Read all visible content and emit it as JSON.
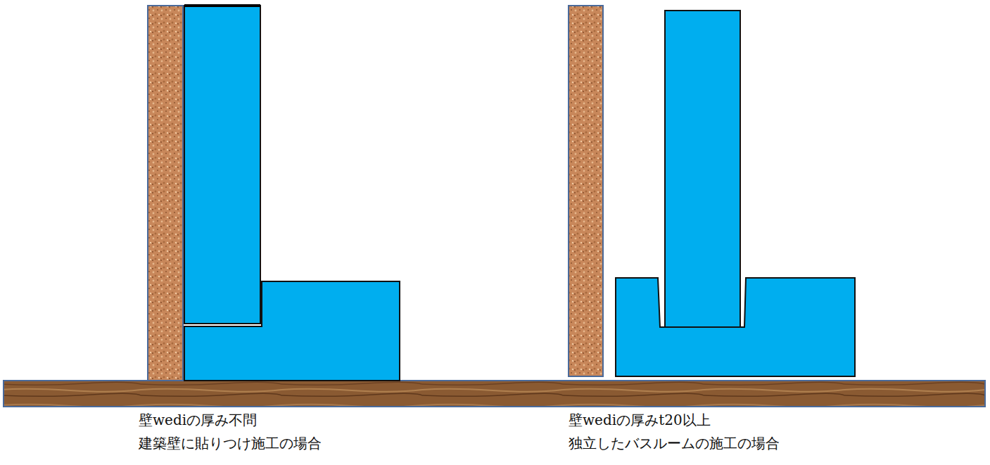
{
  "diagram": {
    "labels": [
      "壁wediの厚み不問",
      "建築壁に貼りつけ施工の場合",
      "壁wediの厚みt20以上",
      "独立したバスルームの施工の場合"
    ]
  }
}
